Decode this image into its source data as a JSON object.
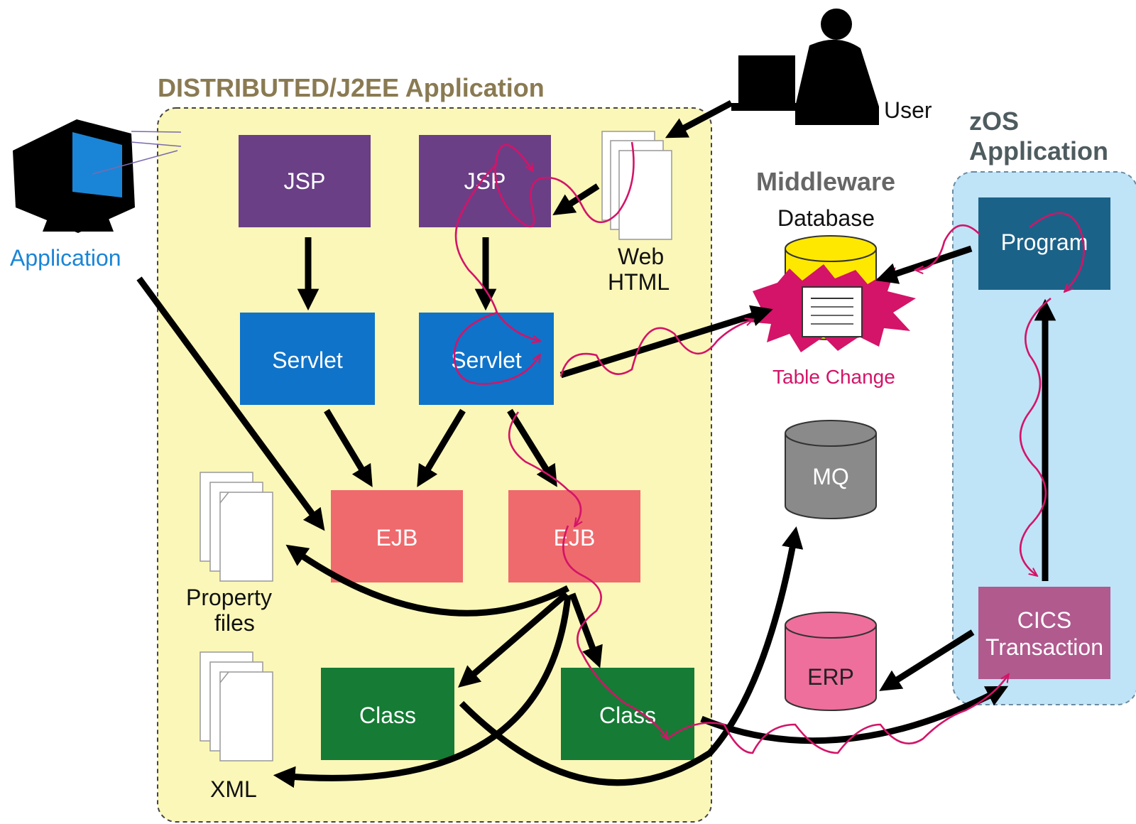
{
  "j2ee": {
    "title": "DISTRIBUTED/J2EE Application",
    "title_color": "#8a7a52",
    "region_fill": "#fbf7b8"
  },
  "zos": {
    "title_line1": "zOS",
    "title_line2": "Application",
    "title_color": "#4e5b5f",
    "region_fill": "#bfe3f7"
  },
  "middleware": {
    "title": "Middleware",
    "title_color": "#666666"
  },
  "components": {
    "jsp_left": "JSP",
    "jsp_right": "JSP",
    "servlet_left": "Servlet",
    "servlet_right": "Servlet",
    "ejb_left": "EJB",
    "ejb_right": "EJB",
    "class_left": "Class",
    "class_right": "Class",
    "program": "Program",
    "cics_line1": "CICS",
    "cics_line2": "Transaction"
  },
  "colors": {
    "jsp": "#6a3f86",
    "servlet": "#0f73c9",
    "ejb": "#ef6a6d",
    "class": "#157b35",
    "program": "#1b6288",
    "cics": "#b05a8e",
    "trace": "#d31468",
    "database_yellow": "#ffe800",
    "mq_gray": "#8a8a8a",
    "erp_pink": "#ee6f9c",
    "application_blue": "#1a85d6"
  },
  "labels": {
    "application": "Application",
    "user": "User",
    "web_line1": "Web",
    "web_line2": "HTML",
    "property_line1": "Property",
    "property_line2": "files",
    "xml": "XML",
    "database": "Database",
    "table_change": "Table Change",
    "mq": "MQ",
    "erp": "ERP"
  },
  "icons": {
    "monitor": "monitor-icon",
    "user": "user-at-laptop-icon",
    "document": "document-stack-icon",
    "database": "database-cylinder-icon"
  }
}
